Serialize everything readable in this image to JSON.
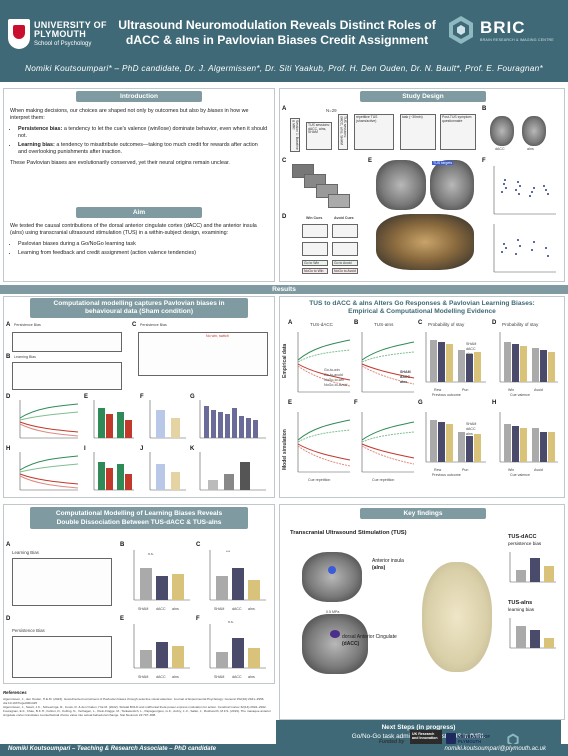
{
  "header": {
    "uni_line1": "UNIVERSITY OF",
    "uni_line2": "PLYMOUTH",
    "uni_line3": "School of Psychology",
    "title_line1": "Ultrasound Neuromodulation Reveals Distinct Roles of",
    "title_line2": "dACC & aIns in Pavlovian Biases Credit Assignment",
    "bric": "BRIC",
    "bric_sub": "BRAIN RESEARCH & IMAGING CENTRE",
    "authors": "Nomiki Koutsoumpari* – PhD candidate, Dr. J. Algermissen*, Dr. Siti Yaakub, Prof. H. Den Ouden, Dr. N. Bault*, Prof. E. Fouragnan*"
  },
  "intro": {
    "heading": "Introduction",
    "p1_a": "When making decisions, our choices are shaped not only by outcomes but also by ",
    "p1_b": "biases",
    "p1_c": " in how we interpret them:",
    "b1_label": "Persistence bias:",
    "b1_text": " a tendency to let the cue's valence (win/lose) dominate behavior, even when it should not.",
    "b2_label": "Learning bias:",
    "b2_text": " a tendency to misattribute outcomes—taking too much credit for rewards after action and overlooking punishments after inaction.",
    "p2": "These Pavlovian biases are evolutionarily conserved, yet their neural origins remain unclear."
  },
  "aim": {
    "heading": "Aim",
    "p1": "We tested the causal contributions of the dorsal anterior cingulate cortex (dACC) and the anterior insula (aIns) using transcranial ultrasound stimulation (TUS) in a within-subject design, examining:",
    "li1": "Pavlovian biases during a Go/NoGo learning task",
    "li2": "Learning from feedback and credit assignment (action valence tendencies)"
  },
  "study": {
    "heading": "Study Design",
    "n": "N=29",
    "panel_labels": [
      "A",
      "B",
      "C",
      "D",
      "E",
      "F"
    ],
    "box1": "Session 1: Baseline & MRI",
    "box2": "TUS sessions: dACC, aIns, SHAM",
    "box3": "repetitive TUS (sham/active)",
    "box4": "task (~30min)",
    "box5": "Post-TUS symptom questionnaire",
    "tus_targets": "TUS targets",
    "win_cues": "Win Cues",
    "avoid_cues": "Avoid Cues",
    "go_to_win": "Go to Win",
    "nogo_to_win": "NoGo to Win",
    "go_to_avoid": "Go to Avoid",
    "nogo_to_avoid": "NoGo to Avoid",
    "sham": "SHAM",
    "dacc": "dACC",
    "ains": "aIns"
  },
  "results": {
    "bar": "Results",
    "comp_heading_l1": "Computational modelling captures Pavlovian biases in",
    "comp_heading_l2": "behavioural data (Sham condition)",
    "tus_heading_l1": "TUS to dACC & aIns Alters Go Responses & Pavlovian Learning Biases:",
    "tus_heading_l2": "Empirical & Computational Modelling Evidence",
    "empirical_label": "Empirical data",
    "model_label": "Model simulation",
    "tus_dacc": "TUS-dACC",
    "tus_ains": "TUS-aIns",
    "prob_stay": "Probability of stay",
    "go_to_win": "Go-to-win",
    "go_to_avoid": "Go-to-avoid",
    "nogo_to_win": "NoGo-to-win",
    "nogo_to_avoid": "NoGo-to-avoid",
    "cue_repetition": "Cue repetition",
    "prev_outcome": "Previous outcome",
    "cue_valence": "Cue valence",
    "rew": "Rew",
    "pun": "Pun",
    "win": "Win",
    "avoid": "Avoid",
    "legend_sham": "SHAM",
    "legend_dacc": "dACC",
    "legend_ains": "aIns",
    "persistence_bias_models": "Persistence Bias",
    "learning_bias_models": "Learning Bias",
    "no_win_switch": "No win, switch",
    "win_lose": "Win / Lose",
    "ns": "n.s."
  },
  "dissoc": {
    "heading_l1": "Computational Modelling of Learning Biases Reveals",
    "heading_l2": "Double Dissociation Between TUS-dACC & TUS-aIns",
    "learning_bias": "Learning Bias",
    "persistence_bias": "Persistence Bias",
    "labels": [
      "A",
      "B",
      "C",
      "D",
      "E",
      "F"
    ],
    "y_b": "Biased learning rate (ε_b)",
    "y_c": "Go bias (b)",
    "y_e": "Persistence bias (π)",
    "y_f": "Persistence bias (π_a)",
    "sham": "SHAM",
    "dacc": "dACC",
    "ains": "aIns",
    "ns": "n.s.",
    "sig": "***"
  },
  "key": {
    "heading": "Key findings",
    "tus_title": "Transcranial Ultrasound Stimulation (TUS)",
    "ains_l1": "Anterior insula",
    "ains_l2": "(aIns)",
    "dacc_l1": "dorsal Anterior Cingulate",
    "dacc_l2": "(dACC)",
    "tus_dacc_l1": "TUS-dACC",
    "tus_dacc_l2": "persistence bias",
    "tus_ains_l1": "TUS-aIns",
    "tus_ains_l2": "learning bias",
    "mpa": "0.5 MPa"
  },
  "next": {
    "title": "Next Steps (in progress)",
    "text": "Go/No-Go task administered post-TUS in fMRI."
  },
  "refs": {
    "heading": "References",
    "r1": "Algermissen, J., den Ouden, H.E.M. (2023). Goal-directed recruitment of Pavlovian biases through selective visual attention. Journal of Experimental Psychology: General 152(10):2941–2956. doi:10.1037/xge0001425",
    "r2": "Algermissen, J., Swart, J.C., Scheeringa, R., Cools, R. & den Ouden, H.E.M. (2022). Striatal BOLD and midfrontal theta power express motivation for action. Cerebral Cortex 32(14):2924–2942.",
    "r3": "Fouragnan, E.F., Chau, B.K.H., Folloni, D., Kolling, N., Verhagen, L., Klein-Flügge, M., Tankelevitch, L., Papageorgiou, G.K., Aubry, J.-F., Sallet, J., Rushworth, M.F.S. (2019). The macaque anterior cingulate cortex translates counterfactual choice value into actual behavioral change. Nat Neurosci 22:797–808."
  },
  "footer": {
    "funded_by": "Funded by",
    "ukri": "UK Research and Innovation",
    "plym_small": "UNIVERSITY OF PLYMOUTH",
    "bric_small": "BRIC",
    "left": "Nomiki Koutsoumpari – Teaching & Research Associate – PhD candidate",
    "right": "nomiki.koutsoumpari@plymouth.ac.uk"
  },
  "colors": {
    "header_bg": "#3f6976",
    "section_head": "#7f9ba1",
    "sham": "#aaaaaa",
    "dacc": "#4a4a6a",
    "ains": "#d9c27a",
    "win": "#2e8b57",
    "lose": "#c0392b"
  }
}
